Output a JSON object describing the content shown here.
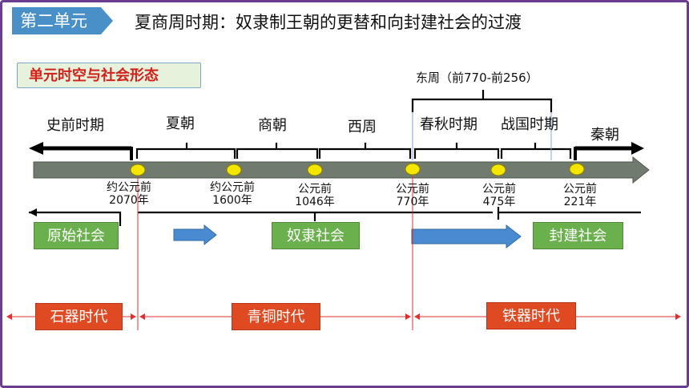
{
  "header": {
    "unit_label": "第二单元",
    "title": "夏商周时期：奴隶制王朝的更替和向封建社会的过渡"
  },
  "section_tag": "单元时空与社会形态",
  "periods": {
    "prehistoric": "史前时期",
    "xia": "夏朝",
    "shang": "商朝",
    "western_zhou": "西周",
    "eastern_zhou": "东周（前770-前256）",
    "spring_autumn": "春秋时期",
    "warring_states": "战国时期",
    "qin": "秦朝"
  },
  "dates": [
    {
      "line1": "约公元前",
      "line2": "2070年"
    },
    {
      "line1": "约公元前",
      "line2": "1600年"
    },
    {
      "line1": "公元前",
      "line2": "1046年"
    },
    {
      "line1": "公元前",
      "line2": "770年"
    },
    {
      "line1": "公元前",
      "line2": "475年"
    },
    {
      "line1": "公元前",
      "line2": "221年"
    }
  ],
  "societies": {
    "primitive": "原始社会",
    "slave": "奴隶社会",
    "feudal": "封建社会"
  },
  "ages": {
    "stone": "石器时代",
    "bronze": "青铜时代",
    "iron": "铁器时代"
  },
  "colors": {
    "timeline_bar": "#707a6e",
    "event_dot": "#f5e600",
    "society_box": "#6ab04c",
    "age_box": "#e04a22",
    "transition_arrow": "#4a8ad0",
    "section_text": "#d2201a",
    "badge": "#4a90c8",
    "frame": "#6a3d8f",
    "guide_line": "#e03030"
  }
}
